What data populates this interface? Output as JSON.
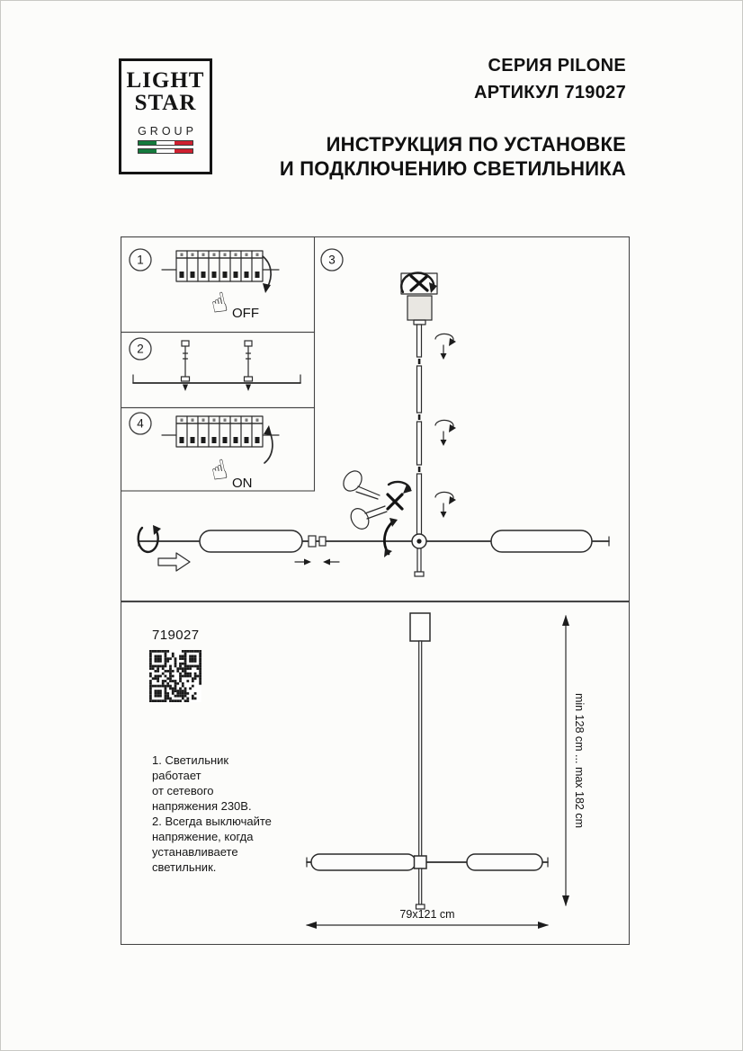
{
  "header": {
    "logo_line1": "LIGHT",
    "logo_line2": "STAR",
    "logo_line3": "GROUP",
    "series": "СЕРИЯ PILONE",
    "article": "АРТИКУЛ 719027",
    "title_line1": "ИНСТРУКЦИЯ ПО УСТАНОВКЕ",
    "title_line2": "И ПОДКЛЮЧЕНИЮ СВЕТИЛЬНИКА"
  },
  "colors": {
    "flag_green": "#157a3d",
    "flag_red": "#cf2030",
    "ink": "#1a1a1a"
  },
  "icons": {
    "pointing_hand": "☝"
  },
  "steps": {
    "s1": {
      "number": "1",
      "label": "OFF"
    },
    "s2": {
      "number": "2"
    },
    "s3": {
      "number": "3"
    },
    "s4": {
      "number": "4",
      "label": "ON"
    }
  },
  "product": {
    "article": "719027",
    "notes": [
      "1. Светильник",
      "работает",
      "от сетевого",
      "напряжения 230В.",
      "2. Всегда выключайте",
      "напряжение, когда",
      "устанавливаете",
      "светильник."
    ],
    "height_range": "min 128 cm ... max 182 cm",
    "width_label": "79x121 cm"
  }
}
